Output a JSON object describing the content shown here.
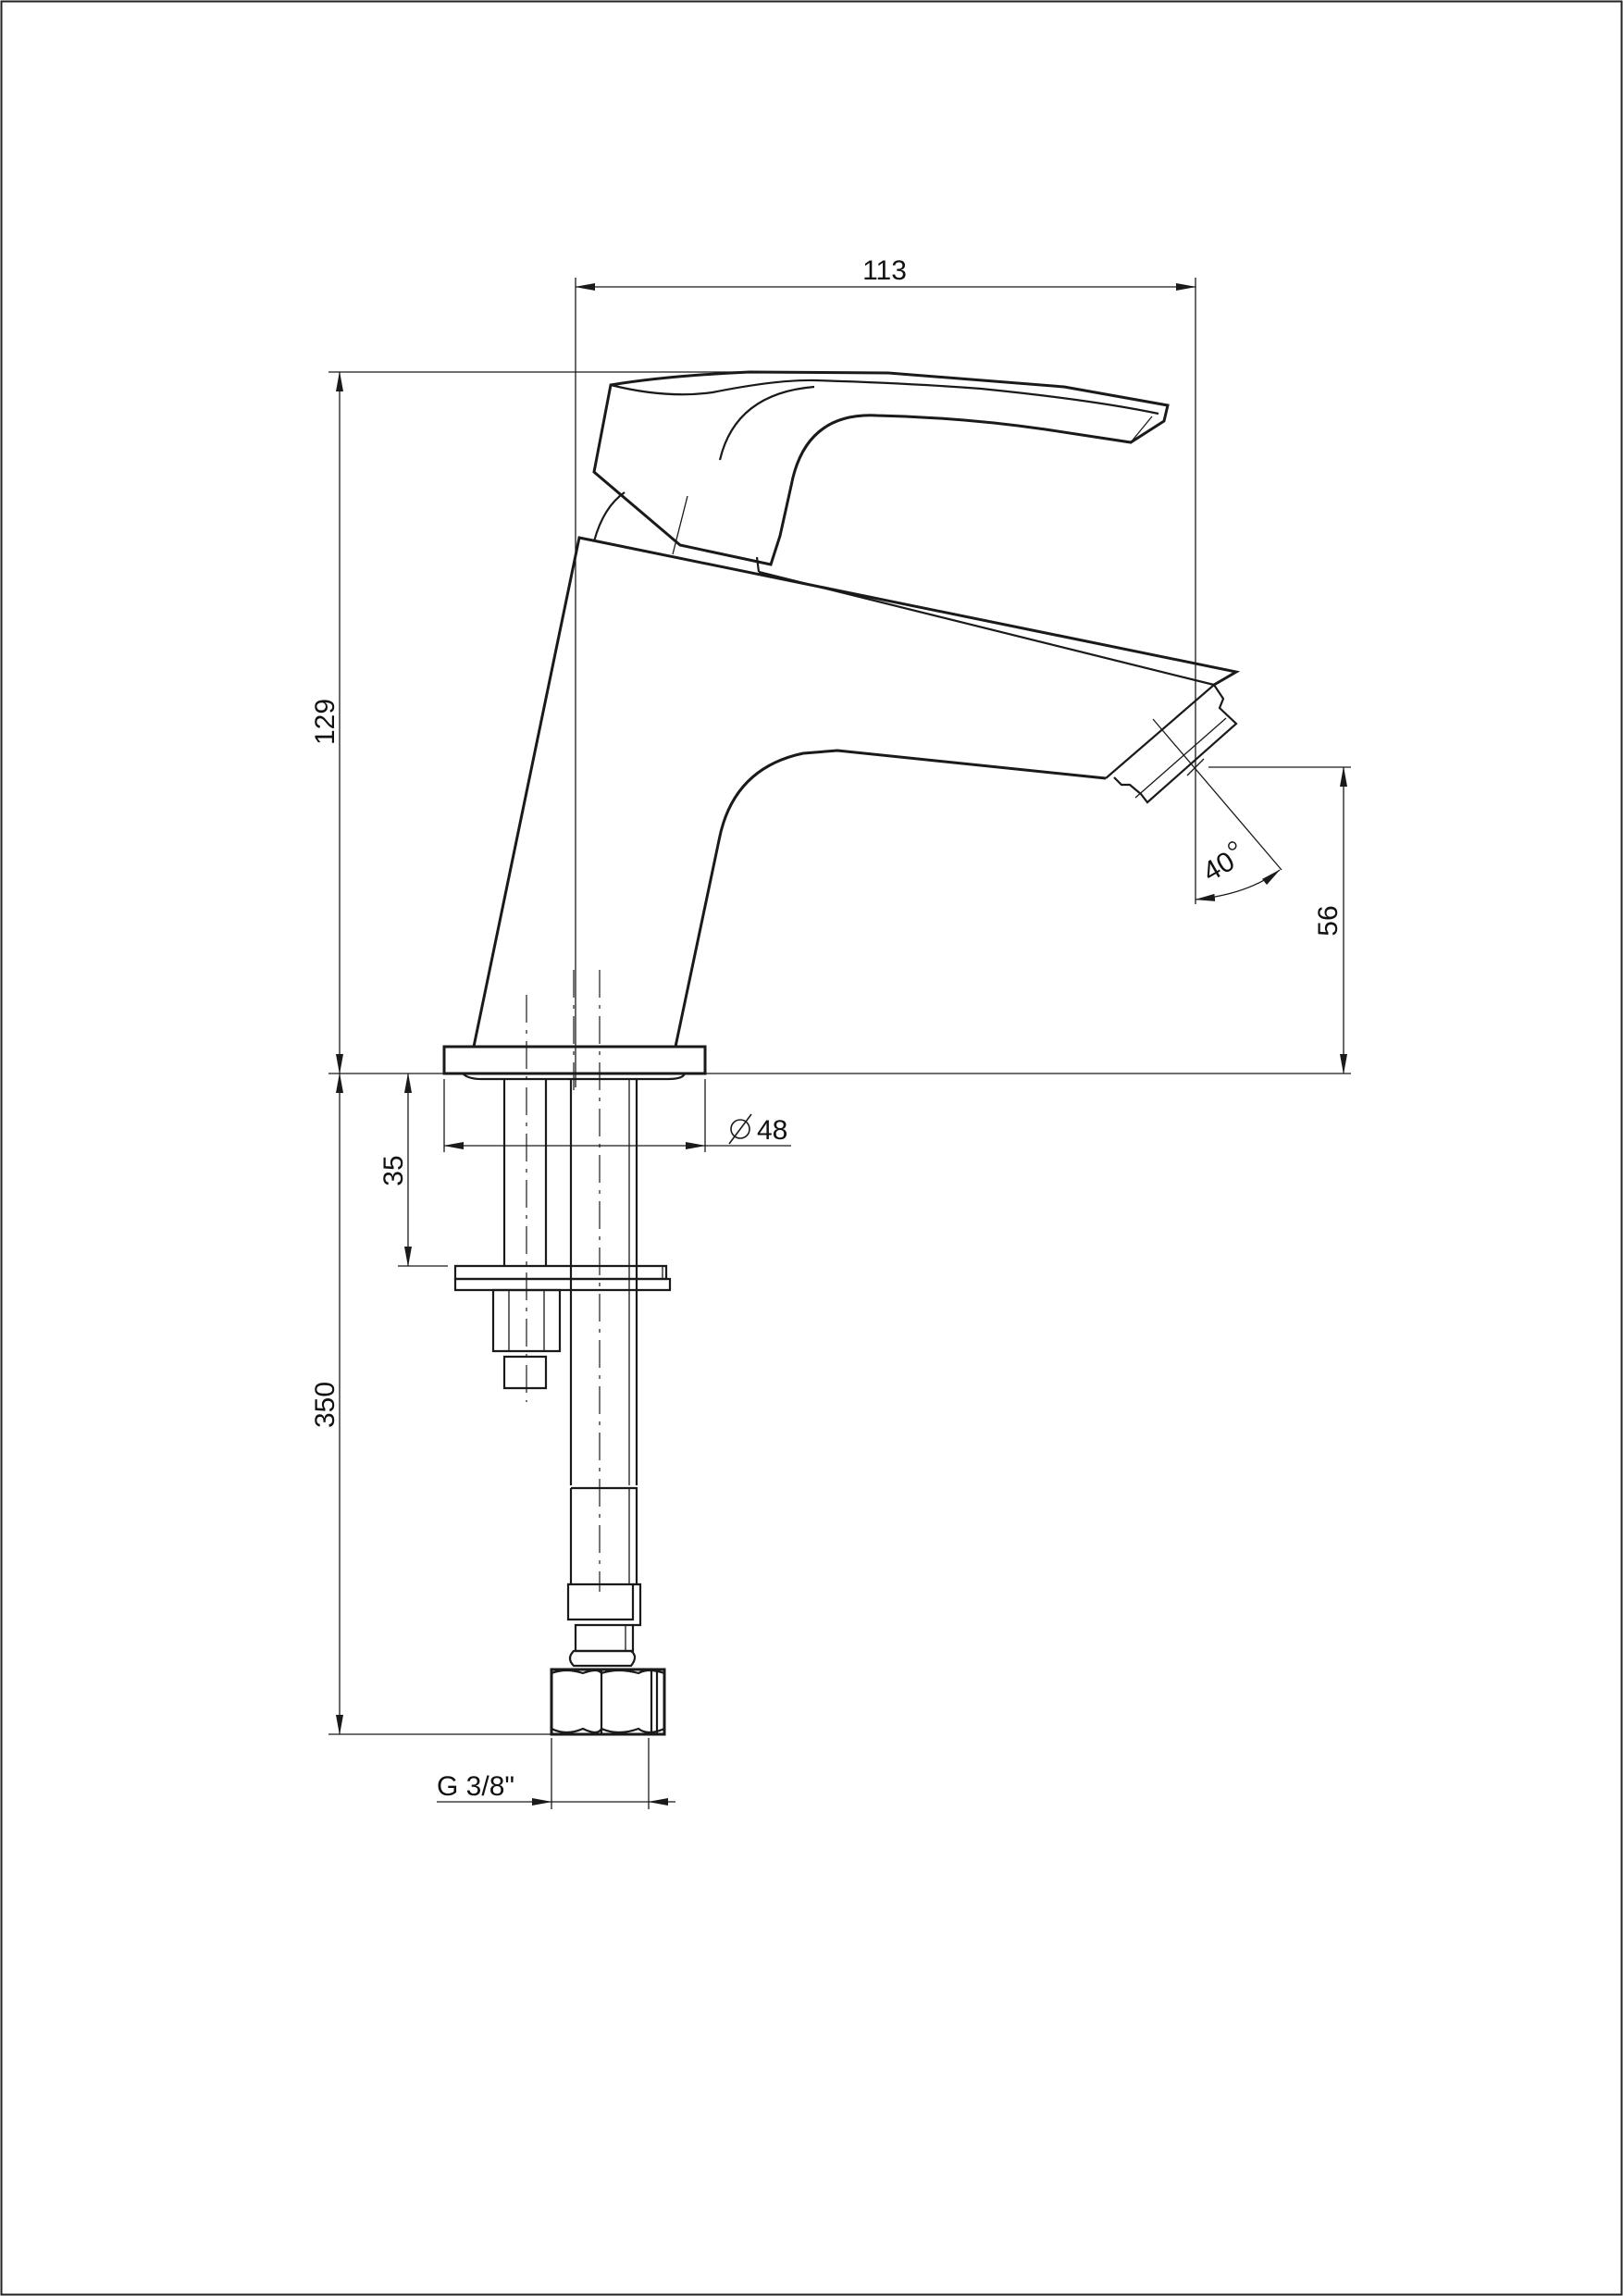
{
  "drawing": {
    "dimensions": {
      "spout_reach": "113",
      "overall_height": "129",
      "outlet_height": "56",
      "spray_angle": "40",
      "base_diameter": "48",
      "thread_length": "35",
      "hose_length": "350",
      "connection_thread": "G 3/8\""
    },
    "symbols": {
      "diameter": "diameter-symbol",
      "degree": "degree-symbol"
    },
    "colors": {
      "line": "#1a1a1a",
      "background": "#ffffff"
    }
  }
}
